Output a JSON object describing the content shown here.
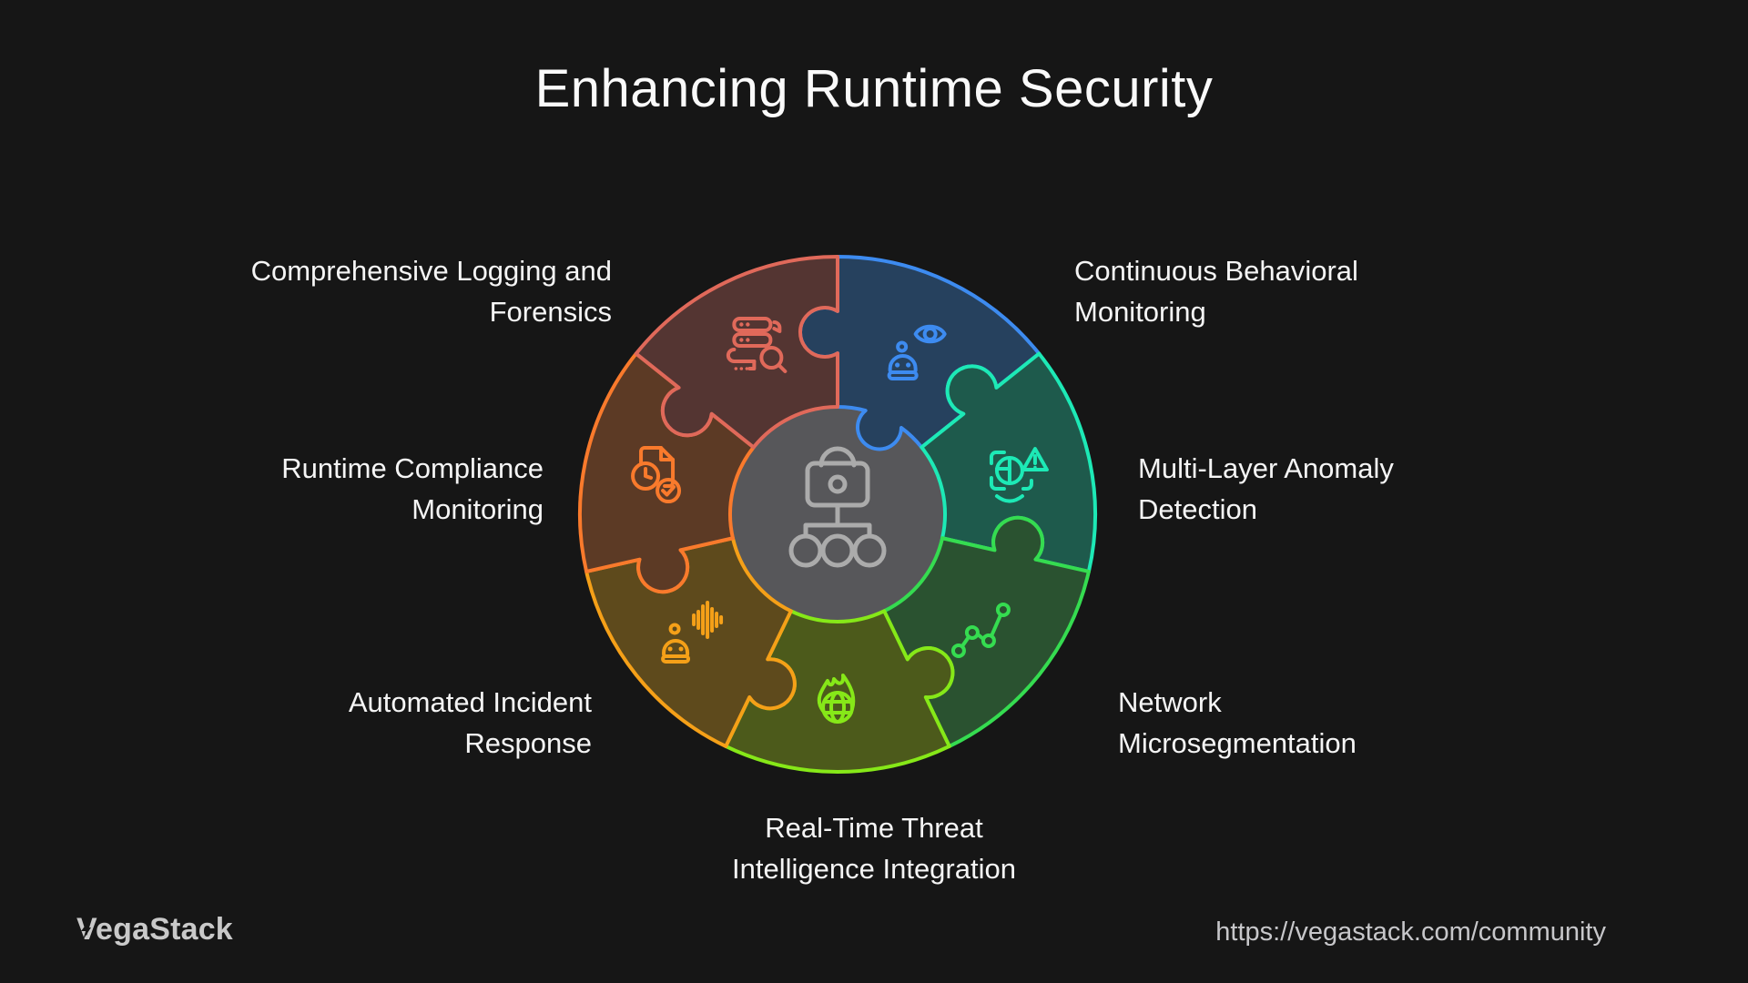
{
  "title": "Enhancing Runtime Security",
  "diagram": {
    "center": {
      "icon": "lock-network-icon",
      "hub_color": "#57575A",
      "icon_color": "#ABABAB"
    },
    "segments": [
      {
        "id": "behavioral",
        "label_lines": [
          "Continuous Behavioral",
          "Monitoring"
        ],
        "color": "#3D8BF0",
        "fill": "#26415E",
        "icon": "robot-eye-icon"
      },
      {
        "id": "anomaly",
        "label_lines": [
          "Multi-Layer Anomaly",
          "Detection"
        ],
        "color": "#1DE9B6",
        "fill": "#1E5A4C",
        "icon": "scan-alert-icon"
      },
      {
        "id": "microseg",
        "label_lines": [
          "Network",
          "Microsegmentation"
        ],
        "color": "#35DC50",
        "fill": "#2A5230",
        "icon": "network-nodes-icon"
      },
      {
        "id": "threat",
        "label_lines": [
          "Real-Time Threat",
          "Intelligence Integration"
        ],
        "color": "#86E818",
        "fill": "#4C5A1B",
        "icon": "globe-flame-icon"
      },
      {
        "id": "incident",
        "label_lines": [
          "Automated Incident",
          "Response"
        ],
        "color": "#F5A018",
        "fill": "#5E4A1C",
        "icon": "robot-voice-icon"
      },
      {
        "id": "compliance",
        "label_lines": [
          "Runtime Compliance",
          "Monitoring"
        ],
        "color": "#F97A2C",
        "fill": "#5C3A25",
        "icon": "document-clock-check-icon"
      },
      {
        "id": "logging",
        "label_lines": [
          "Comprehensive Logging and",
          "Forensics"
        ],
        "color": "#E0695A",
        "fill": "#543532",
        "icon": "server-search-icon"
      }
    ]
  },
  "footer": {
    "brand": "VegaStack",
    "url": "https://vegastack.com/community"
  }
}
